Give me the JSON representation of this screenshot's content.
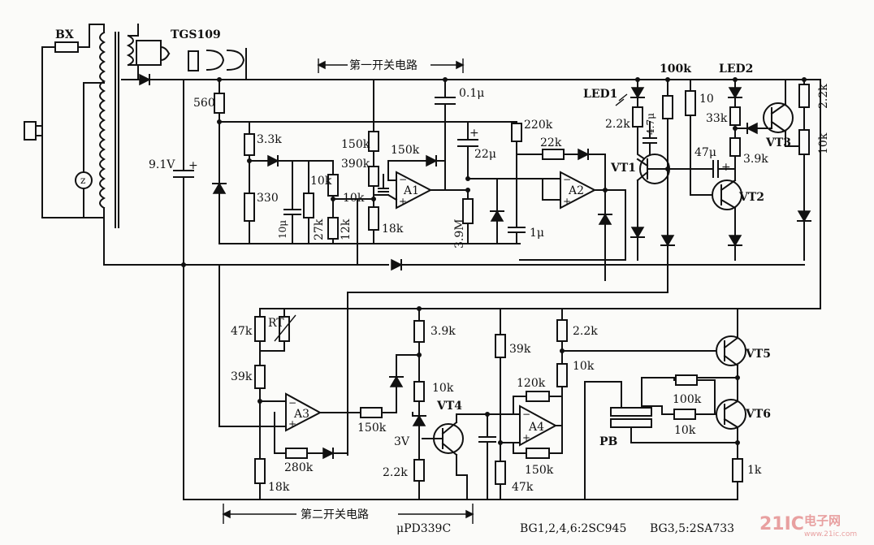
{
  "labels": {
    "fuse": "BX",
    "sensor": "TGS109",
    "section1": "第一开关电路",
    "section2": "第二开关电路",
    "supply_v": "9.1V",
    "zener_small": "3V",
    "ic_part": "μPD339C",
    "notes_npn": "BG1,2,4,6:2SC945",
    "notes_pnp": "BG3,5:2SA733"
  },
  "components": {
    "r560": "560",
    "r3_3k": "3.3k",
    "r330": "330",
    "c10u": "10μ",
    "r27k": "27k",
    "r10k_a": "10k",
    "r12k": "12k",
    "r150k_a": "150k",
    "r390k": "390k",
    "r10k_b": "10k",
    "r18k_a": "18k",
    "r150k_b": "150k",
    "opA1": "A1",
    "c0_1u": "0.1μ",
    "c22u": "22μ",
    "r3_9m": "3.9M",
    "r220k": "220k",
    "r22k": "22k",
    "c1u": "1μ",
    "opA2": "A2",
    "vt1": "VT1",
    "led1": "LED1",
    "r2_2k_a": "2.2k",
    "c4_7u": "4.7μ",
    "r100k_a": "100k",
    "r10_a": "10",
    "led2": "LED2",
    "r33k": "33k",
    "c47u": "47μ",
    "r3_9k_a": "3.9k",
    "vt2": "VT2",
    "vt3": "VT3",
    "r2_2k_b": "2.2k",
    "r10k_c": "10k",
    "r47k": "47k",
    "rt": "RT",
    "r39k_a": "39k",
    "opA3": "A3",
    "r280k": "280k",
    "r18k_b": "18k",
    "r150k_c": "150k",
    "r3_9k_b": "3.9k",
    "r10k_d": "10k",
    "vt4": "VT4",
    "r2_2k_c": "2.2k",
    "r39k_b": "39k",
    "r2_2k_d": "2.2k",
    "r10k_e": "10k",
    "r120k": "120k",
    "opA4": "A4",
    "r150k_d": "150k",
    "r47k_b": "47k",
    "vt5": "VT5",
    "vt6": "VT6",
    "r100k_b": "100k",
    "r10k_f": "10k",
    "pb": "PB",
    "r1k": "1k"
  },
  "watermark": {
    "logo": "21IC",
    "cn": "电子网",
    "url": "www.21ic.com"
  },
  "colors": {
    "ink": "#111111",
    "paper": "#fbfbf9",
    "watermark": "#e8a0a0"
  }
}
